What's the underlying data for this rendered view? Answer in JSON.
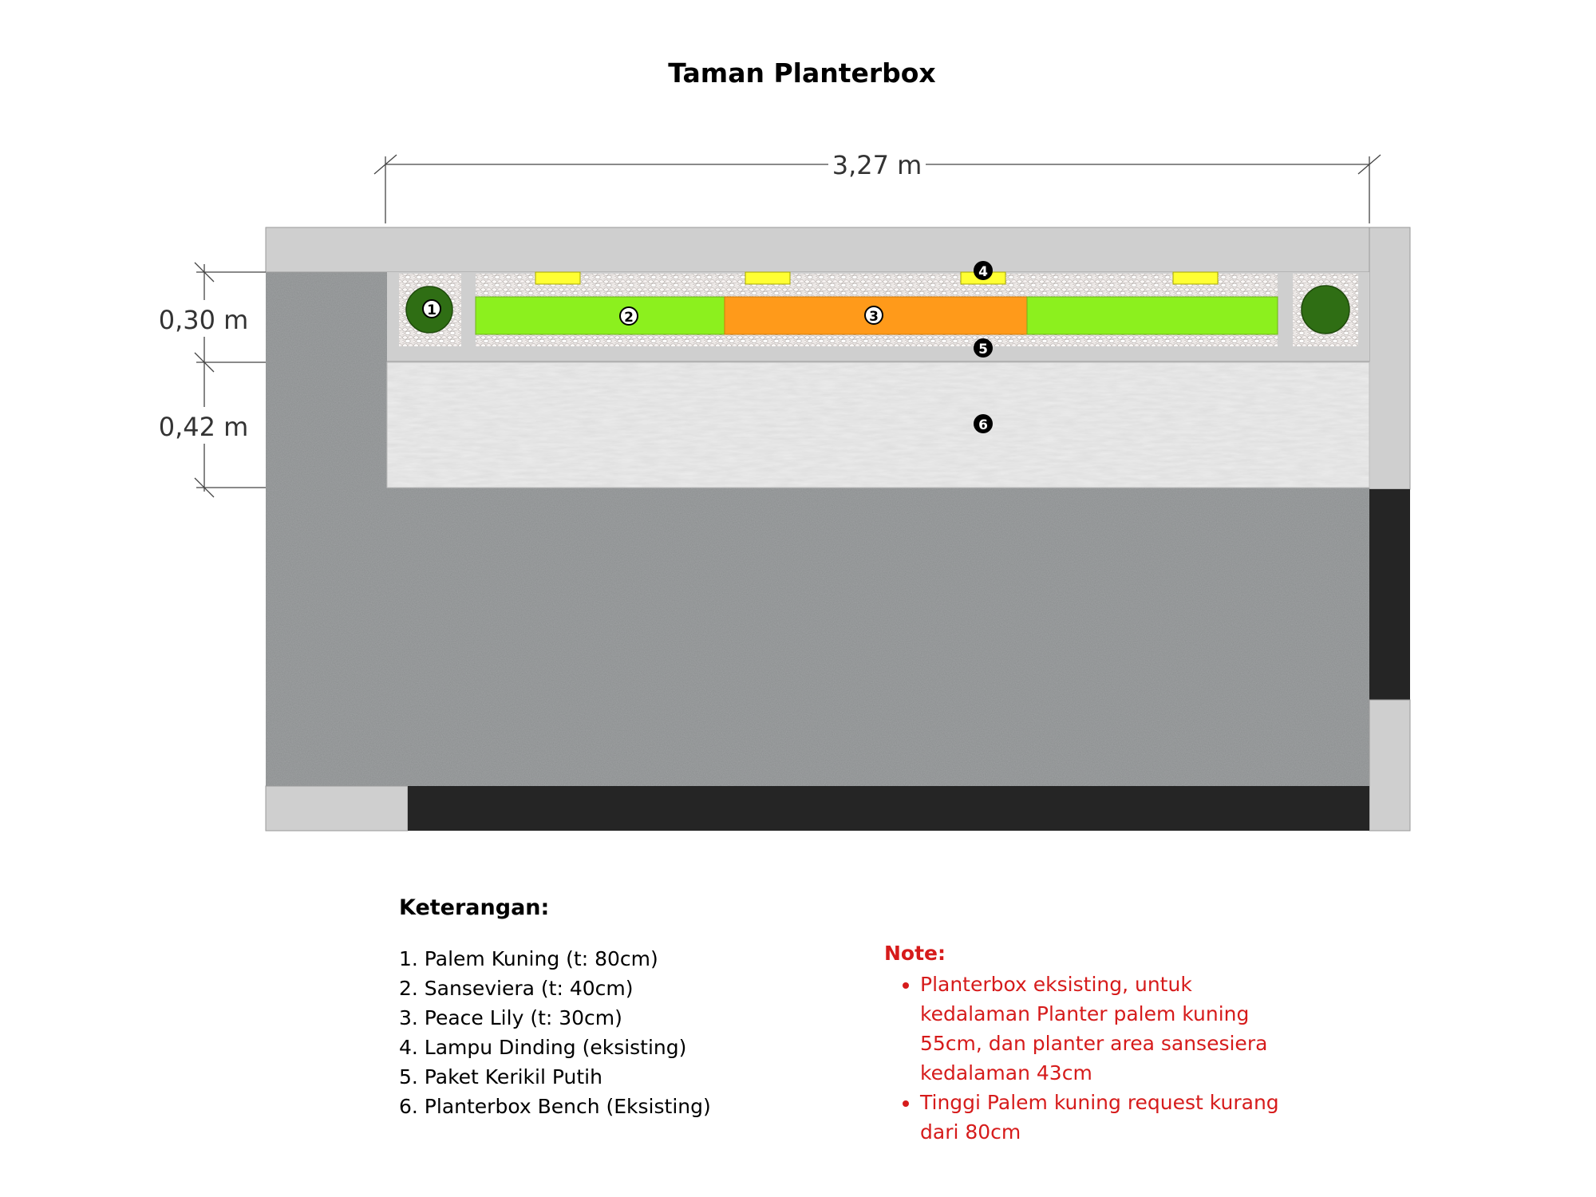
{
  "title": "Taman Planterbox",
  "dimensions": {
    "width": "3,27 m",
    "depth_planter": "0,30 m",
    "depth_bench": "0,42 m"
  },
  "markers": [
    "1",
    "2",
    "3",
    "4",
    "5",
    "6"
  ],
  "legend": {
    "title": "Keterangan:",
    "items": [
      "1. Palem Kuning (t: 80cm)",
      "2. Sanseviera (t: 40cm)",
      "3. Peace Lily (t: 30cm)",
      "4. Lampu Dinding (eksisting)",
      "5. Paket Kerikil Putih",
      "6. Planterbox Bench (Eksisting)"
    ]
  },
  "note": {
    "title": "Note:",
    "items": [
      "Planterbox eksisting, untuk kedalaman Planter palem kuning 55cm, dan planter area sansesiera kedalaman 43cm",
      "Tinggi Palem kuning request kurang dari 80cm"
    ]
  },
  "colors": {
    "wall": "#cfcfcf",
    "floor": "#7b7e7f",
    "dark_strip": "#252525",
    "sanseviera": "#8cf01e",
    "peace_lily": "#ff9a1a",
    "palm": "#2f6e14",
    "lamp": "#ffff33",
    "note_red": "#d61b1b"
  }
}
